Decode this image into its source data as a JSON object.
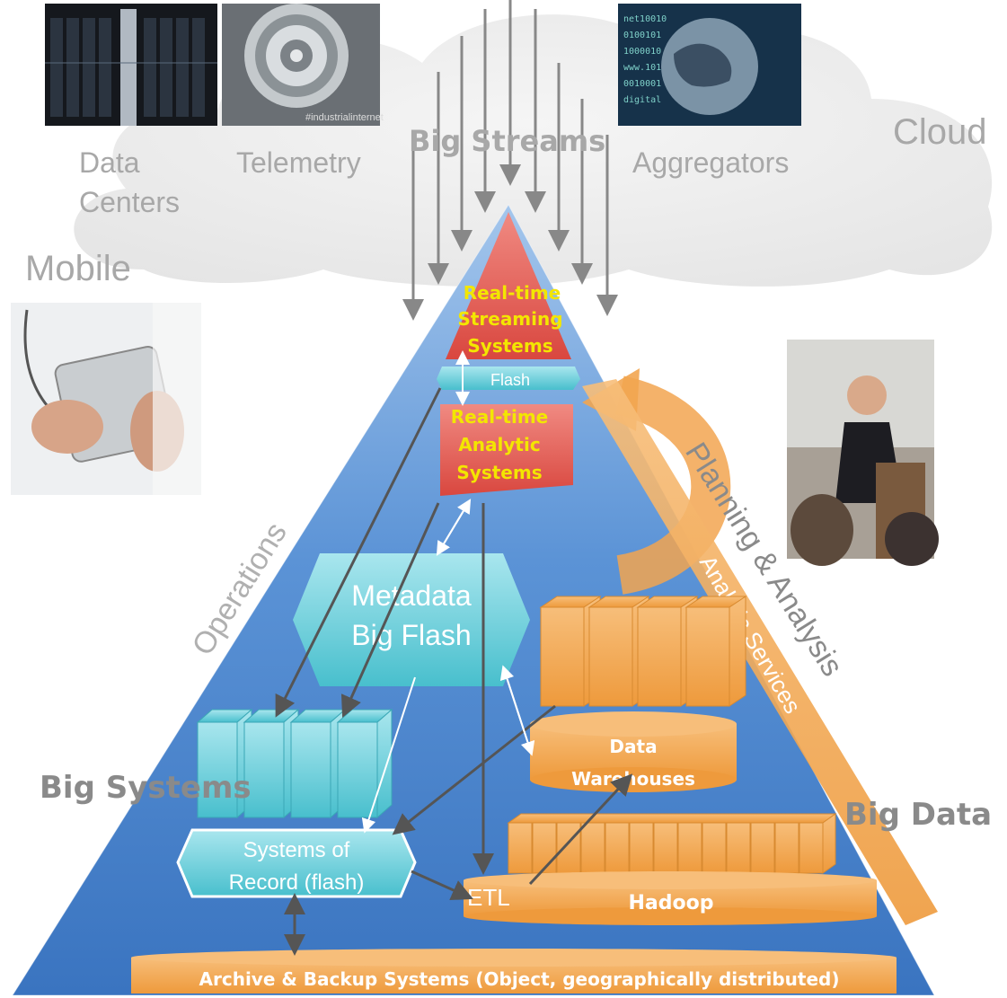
{
  "cloud": {
    "title": "Cloud",
    "streams_label": "Big Streams",
    "sources": [
      {
        "label_line1": "Data",
        "label_line2": "Centers",
        "image": "server-racks-photo"
      },
      {
        "label_line1": "Telemetry",
        "label_line2": "",
        "image": "jet-engine-photo",
        "caption": "#industrialinternet"
      },
      {
        "label_line1": "Aggregators",
        "label_line2": "",
        "image": "globe-data-photo"
      }
    ]
  },
  "mobile": {
    "label": "Mobile",
    "image": "doctor-tablet-photo"
  },
  "presenter": {
    "image": "presenter-photo"
  },
  "pyramid": {
    "streaming": {
      "line1": "Real-time",
      "line2": "Streaming",
      "line3": "Systems"
    },
    "flash": "Flash",
    "analytic": {
      "line1": "Real-time",
      "line2": "Analytic",
      "line3": "Systems"
    },
    "metadata": {
      "line1": "Metadata",
      "line2": "Big Flash"
    },
    "operations": "Operations",
    "planning": "Planning & Analysis",
    "analytic_services": "Analytic Services",
    "big_systems": "Big Systems",
    "big_data": "Big Data",
    "systems_of_record": {
      "line1": "Systems of",
      "line2": "Record (flash)"
    },
    "data_warehouses": {
      "line1": "Data",
      "line2": "Warehouses"
    },
    "etl": "ETL",
    "hadoop": "Hadoop",
    "archive": "Archive & Backup Systems (Object, geographically distributed)"
  },
  "colors": {
    "pyramid_top": "#8fb8e6",
    "pyramid_bottom": "#3a78c6",
    "red_block": "#e0605a",
    "yellow_text": "#f3e600",
    "teal": "#5fcbd6",
    "orange": "#f2a550",
    "grey_text": "#a8a8a8",
    "arrow": "#555555"
  }
}
